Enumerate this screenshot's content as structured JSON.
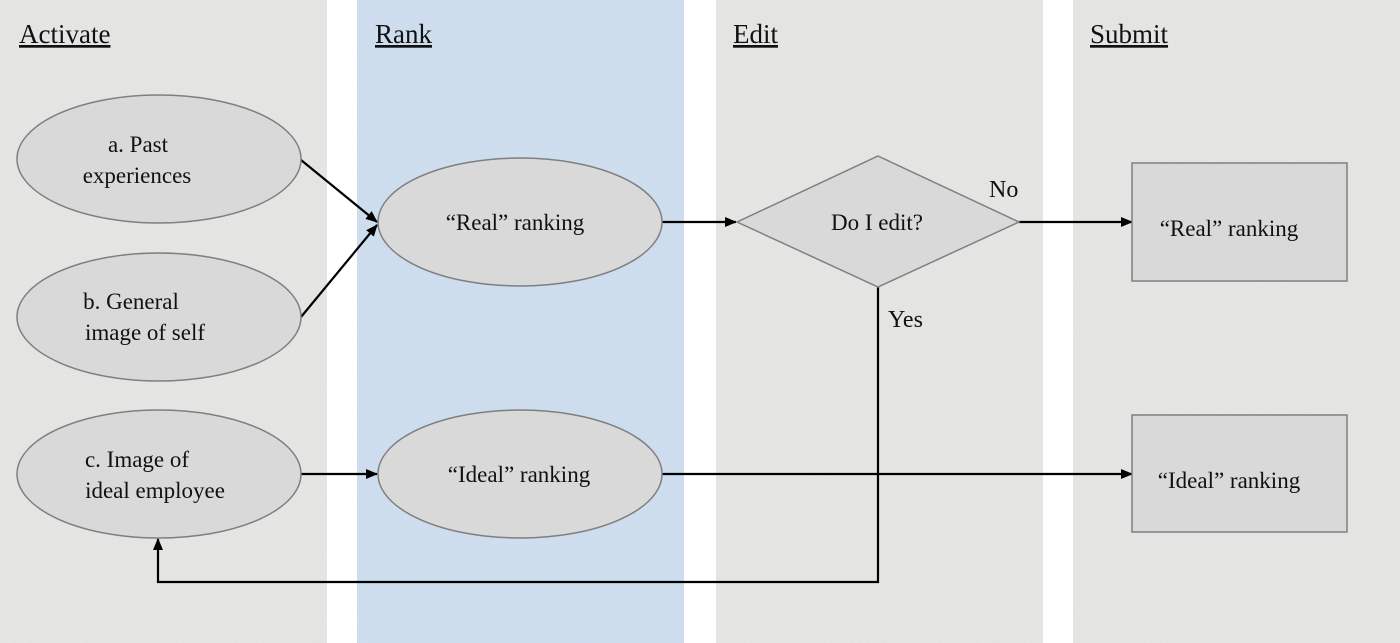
{
  "lanes": [
    {
      "id": "activate",
      "title": "Activate"
    },
    {
      "id": "rank",
      "title": "Rank"
    },
    {
      "id": "edit",
      "title": "Edit"
    },
    {
      "id": "submit",
      "title": "Submit"
    }
  ],
  "nodes": {
    "past_experiences": {
      "lines": [
        "a. Past",
        "experiences"
      ]
    },
    "general_image": {
      "lines": [
        "b. General",
        "image of self"
      ]
    },
    "ideal_employee": {
      "lines": [
        "c. Image of",
        "ideal employee"
      ]
    },
    "real_ranking": {
      "label": "“Real” ranking"
    },
    "ideal_ranking": {
      "label": "“Ideal” ranking"
    },
    "decision": {
      "label": "Do I edit?"
    },
    "submit_real": {
      "label": "“Real” ranking"
    },
    "submit_ideal": {
      "label": "“Ideal” ranking"
    }
  },
  "edges": {
    "no_label": "No",
    "yes_label": "Yes"
  },
  "colors": {
    "lane_gray": "#e9e9e7",
    "lane_blue": "#cfe1f5",
    "node_fill": "#d9d9d9",
    "stroke": "#7f7f7f",
    "arrow": "#000000"
  }
}
